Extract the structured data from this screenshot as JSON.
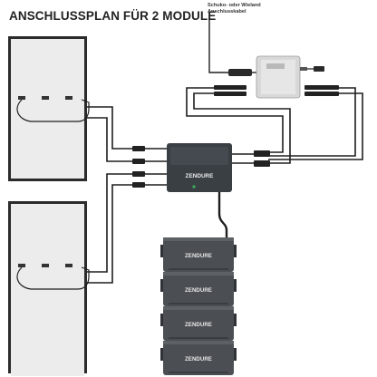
{
  "title": "ANSCHLUSSPLAN FÜR 2 MODULE",
  "cable_note_line1": "Schuko- oder Wieland",
  "cable_note_line2": "Anschlusskabel",
  "hub_brand": "ZENDURE",
  "battery_brand": "ZENDURE",
  "battery_count": 4,
  "colors": {
    "panel_frame": "#2b2b2b",
    "panel_cell": "#ececec",
    "cable": "#1e1e1e",
    "hub_body": "#3a3f44",
    "inverter_body": "#d8d8d8",
    "battery_body": "#4b4f53",
    "hub_led": "#3fae5a"
  }
}
